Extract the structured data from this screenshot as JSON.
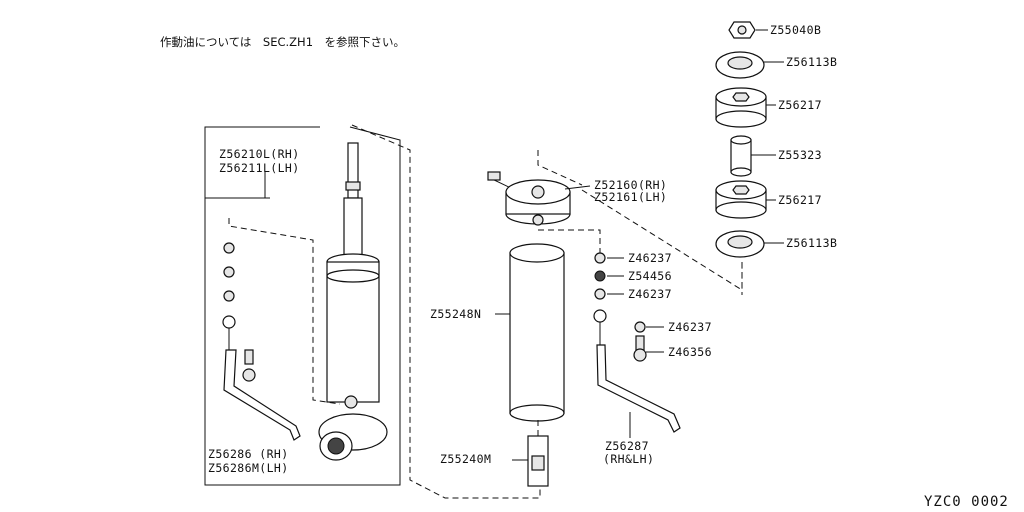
{
  "note": "作動油については　SEC.ZH1　を参照下さい。",
  "diagram_code": "YZC0 0002",
  "labels": {
    "strut_rh": "Z56210L(RH)",
    "strut_lh": "Z56211L(LH)",
    "hose_rh": "Z56286 (RH)",
    "hose_lh": "Z56286M(LH)",
    "cylinder": "Z55248N",
    "cap_rh": "Z52160(RH)",
    "cap_lh": "Z52161(LH)",
    "washer_1": "Z46237",
    "seal": "Z54456",
    "washer_2": "Z46237",
    "washer_3": "Z46237",
    "bolt": "Z46356",
    "hose2": "Z56287",
    "hose2_side": "(RH&LH)",
    "fitting": "Z55240M",
    "nut": "Z55040B",
    "insulator_top": "Z56113B",
    "bushing_top": "Z56217",
    "collar": "Z55323",
    "bushing_bottom": "Z56217",
    "insulator_bottom": "Z56113B"
  }
}
